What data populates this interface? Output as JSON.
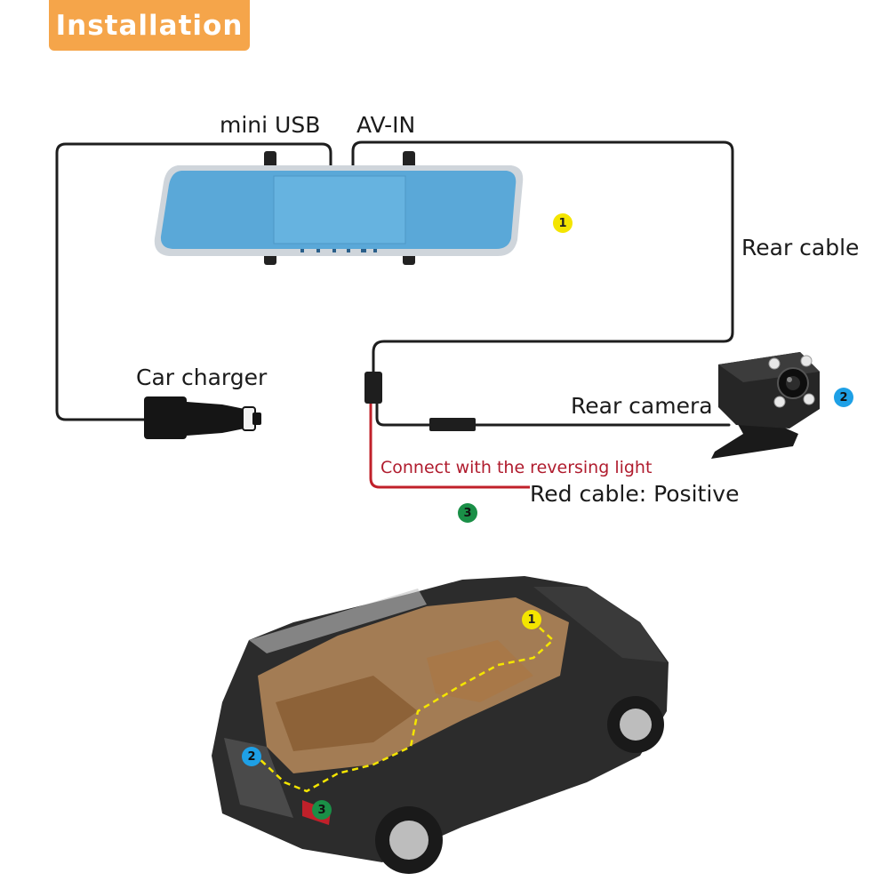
{
  "header": {
    "title": "Installation"
  },
  "labels": {
    "mini_usb": "mini USB",
    "av_in": "AV-IN",
    "rear_cable": "Rear cable",
    "car_charger": "Car charger",
    "rear_camera": "Rear camera",
    "reversing_light": "Connect with the reversing light",
    "red_cable": "Red cable: Positive"
  },
  "markers": {
    "one": "1",
    "two": "2",
    "three": "3"
  },
  "colors": {
    "accent": "#f5a54a",
    "mirror": "#5aa8d8",
    "red_wire": "#c0202a",
    "marker_yellow": "#f4e500",
    "marker_blue": "#1ea0e6",
    "marker_green": "#1a8f47"
  }
}
